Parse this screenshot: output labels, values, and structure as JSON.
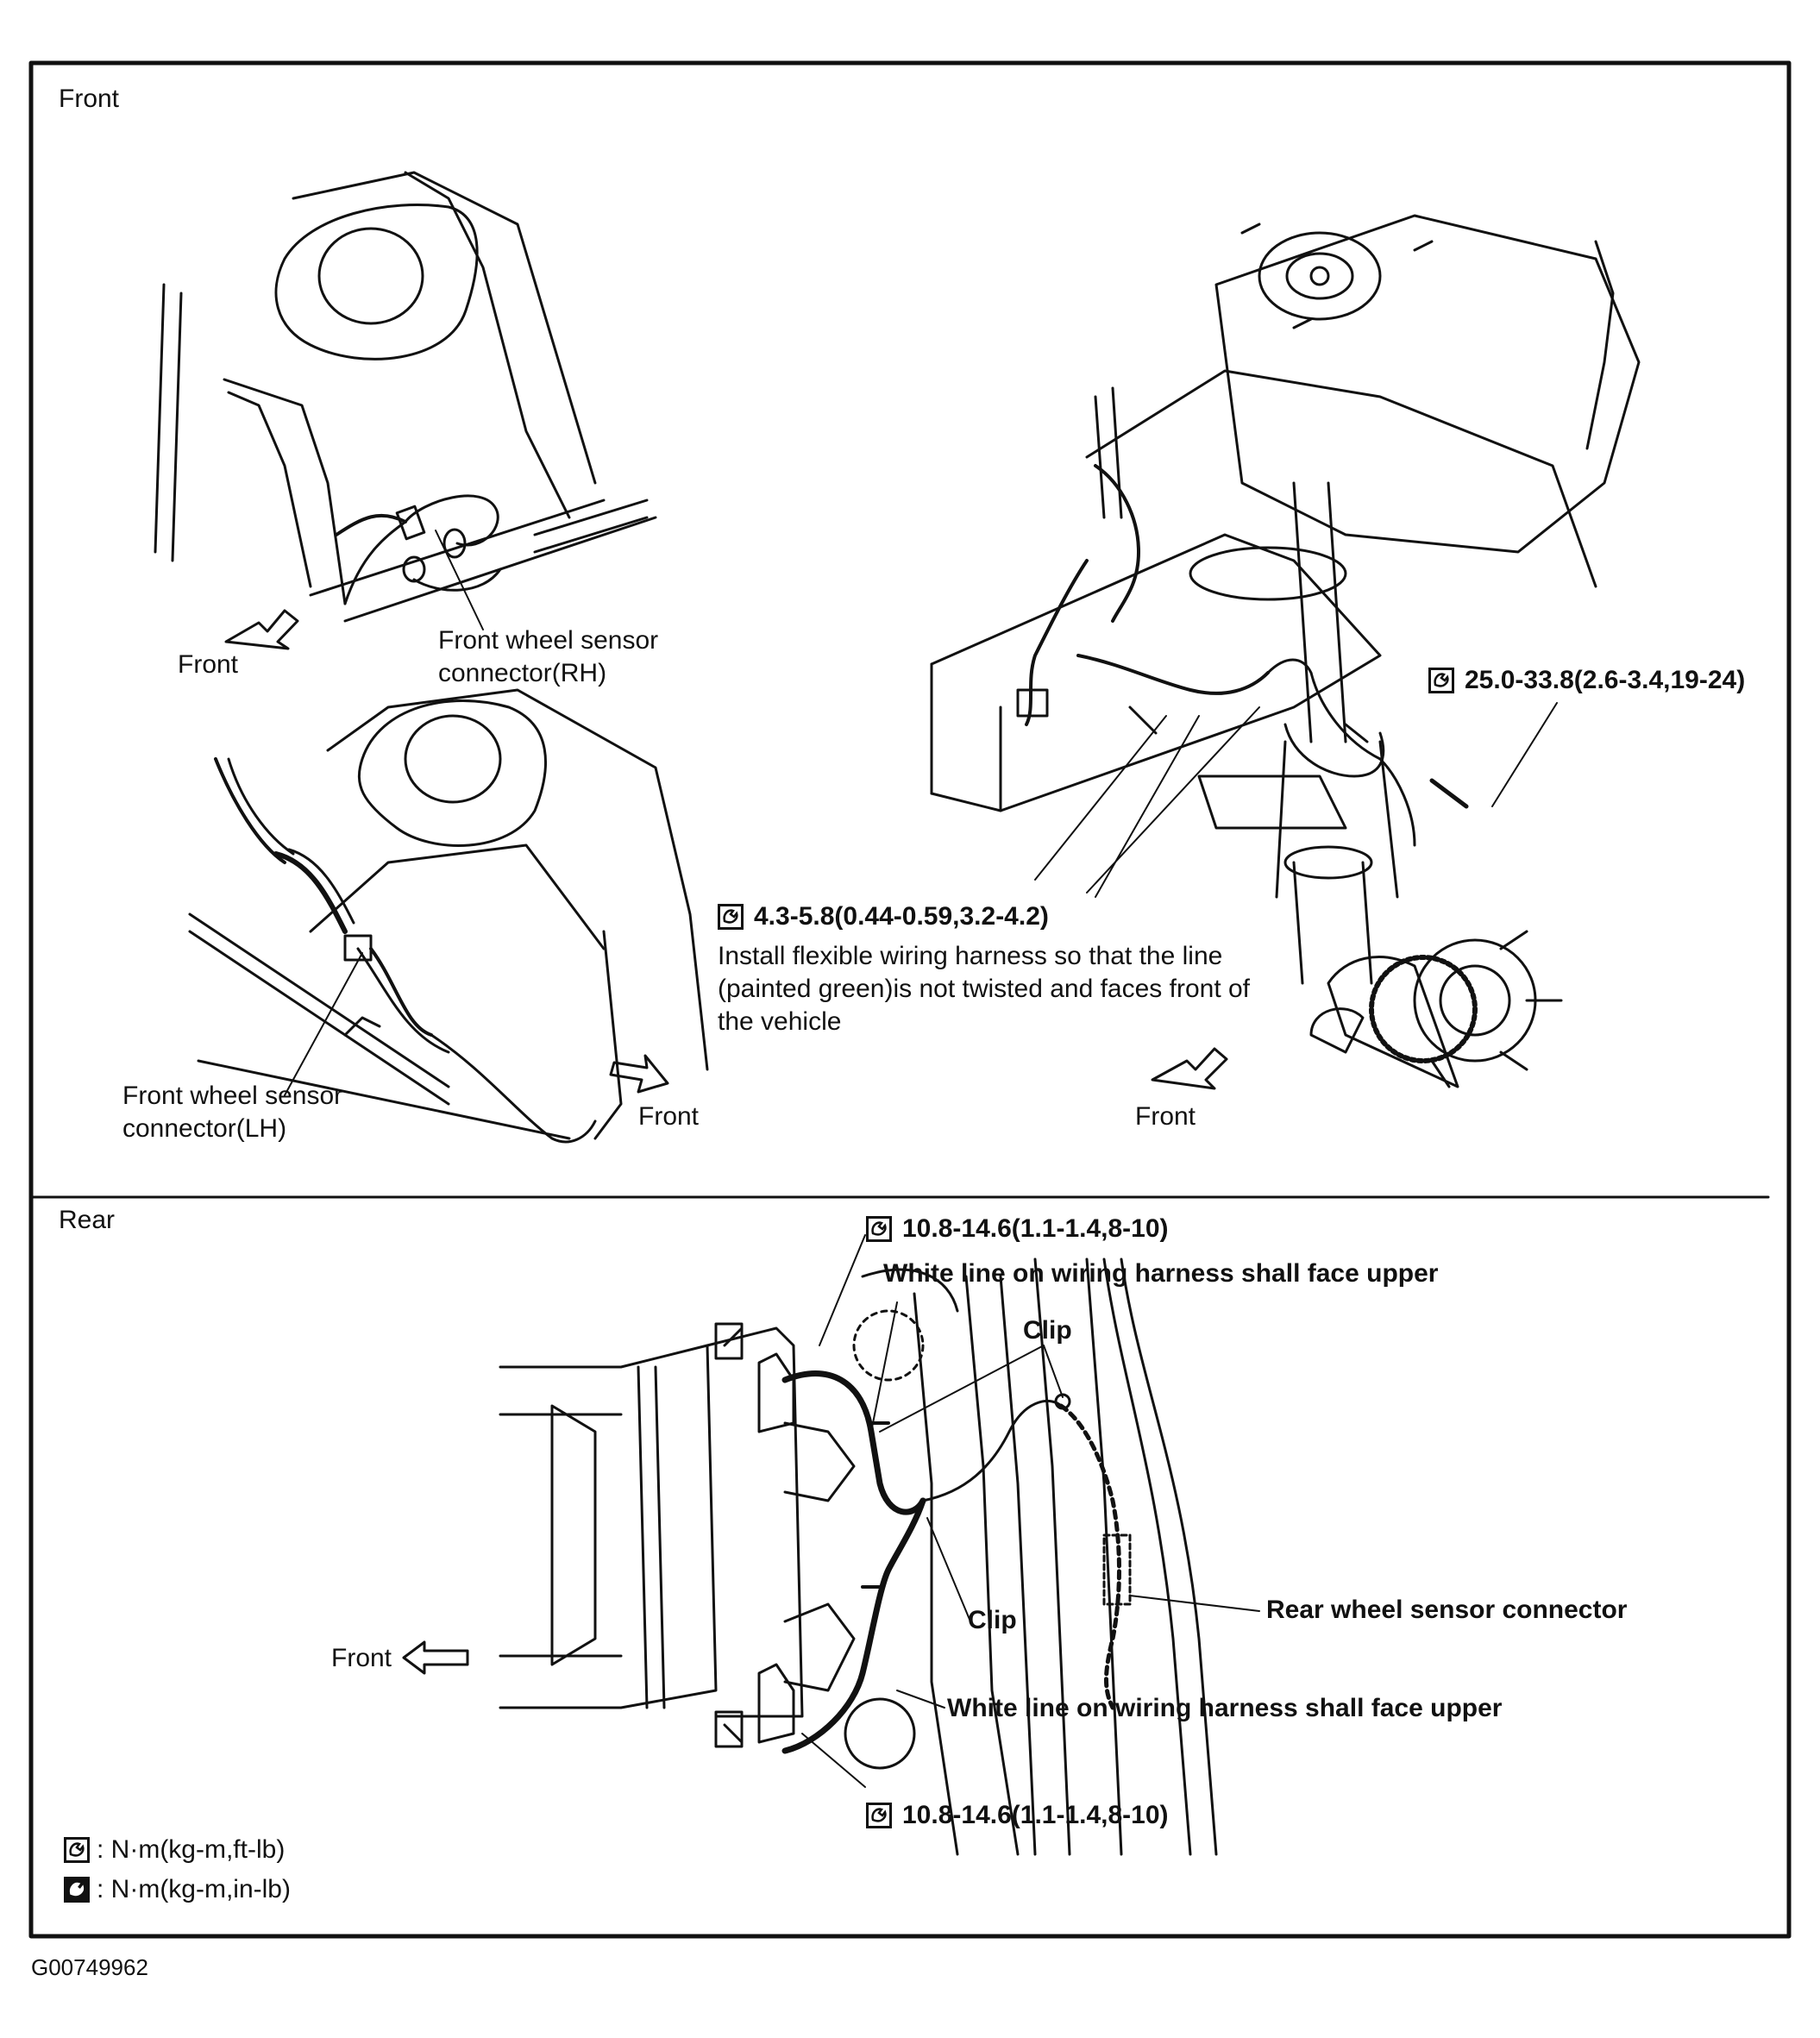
{
  "sections": {
    "front_title": "Front",
    "rear_title": "Rear"
  },
  "front_rh": {
    "direction_label": "Front",
    "callout_line1": "Front wheel sensor",
    "callout_line2": "connector(RH)"
  },
  "front_lh": {
    "direction_label": "Front",
    "callout_line1": "Front wheel sensor",
    "callout_line2": "connector(LH)"
  },
  "front_assembly": {
    "torque_upper": "25.0-33.8(2.6-3.4,19-24)",
    "torque_lower": "4.3-5.8(0.44-0.59,3.2-4.2)",
    "note": "Install flexible wiring harness so that the line (painted green)is not twisted and faces front of the vehicle",
    "direction_label": "Front"
  },
  "rear": {
    "torque_top": "10.8-14.6(1.1-1.4,8-10)",
    "white_line_top": "White line on wiring harness shall face upper",
    "clip_top": "Clip",
    "connector": "Rear wheel sensor connector",
    "clip_bottom": "Clip",
    "white_line_bottom": "White line on wiring harness shall face upper",
    "torque_bottom": "10.8-14.6(1.1-1.4,8-10)",
    "direction_label": "Front"
  },
  "legend": {
    "item1": ": N·m(kg-m,ft-lb)",
    "item2": ": N·m(kg-m,in-lb)"
  },
  "figure_id": "G00749962",
  "icons": [
    "wrench-torque-icon",
    "wrench-torque-filled-icon",
    "front-direction-arrow-icon"
  ]
}
